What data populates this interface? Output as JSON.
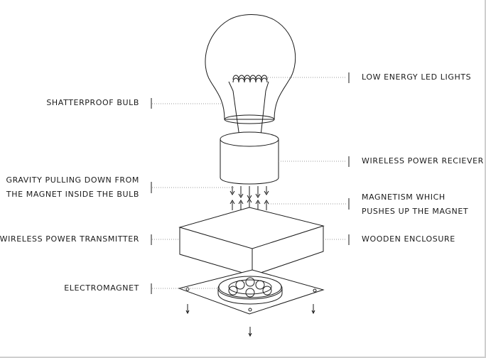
{
  "labels": {
    "shatterproof_bulb": "SHATTERPROOF BULB",
    "gravity_line1": "GRAVITY PULLING DOWN FROM",
    "gravity_line2": "THE MAGNET INSIDE THE BULB",
    "wireless_transmitter": "WIRELESS POWER TRANSMITTER",
    "electromagnet": "ELECTROMAGNET",
    "led_lights": "LOW ENERGY LED LIGHTS",
    "wireless_receiver": "WIRELESS POWER RECIEVER",
    "magnetism_line1": "MAGNETISM WHICH",
    "magnetism_line2": "PUSHES UP THE MAGNET",
    "wooden_enclosure": "WOODEN ENCLOSURE"
  }
}
